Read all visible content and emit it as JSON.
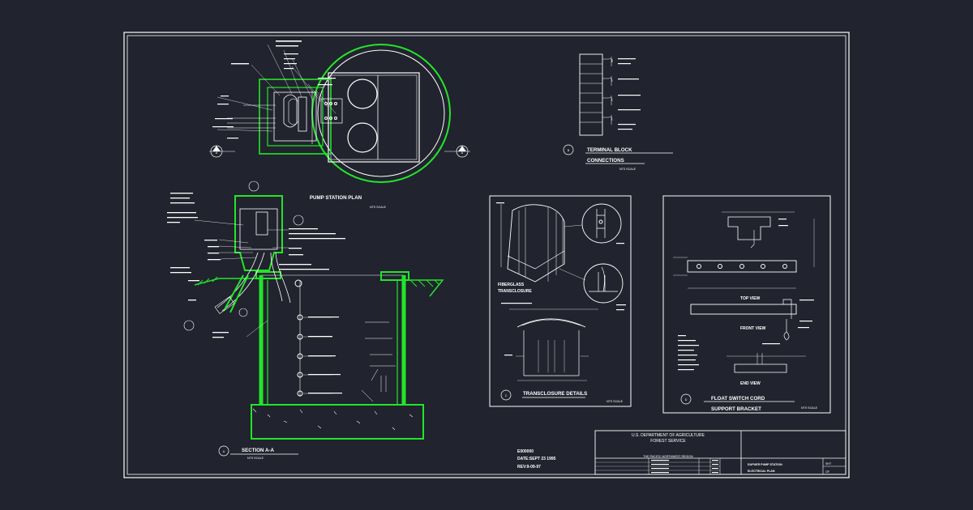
{
  "drawing": {
    "pump_station_plan": "PUMP STATION PLAN",
    "pump_station_plan_scale": "NTS SCALE",
    "section_aa": "SECTION A-A",
    "section_aa_scale": "NTS SCALE",
    "terminal_block_line1": "TERMINAL BLOCK",
    "terminal_block_line2": "CONNECTIONS",
    "terminal_block_scale": "NTS SCALE",
    "transclosure_details": "TRANSCLOSURE DETAILS",
    "transclosure_scale": "NTS SCALE",
    "fiberglass_line1": "FIBERGLASS",
    "fiberglass_line2": "TRANSCLOSURE",
    "float_switch_line1": "FLOAT SWITCH CORD",
    "float_switch_line2": "SUPPORT BRACKET",
    "float_switch_scale": "NTS SCALE",
    "top_view": "TOP VIEW",
    "front_view": "FRONT VIEW",
    "end_view": "END VIEW",
    "section_marker_a": "A",
    "callout_b": "B",
    "callout_c": "C",
    "callout_d": "D"
  },
  "revision_block": {
    "line1": "E000000",
    "line2": "DATE:SEPT 23 1995",
    "line3": "REV:9-09-97"
  },
  "title_block": {
    "agency_line1": "U.S. DEPARTMENT OF AGRICULTURE",
    "agency_line2": "FOREST SERVICE",
    "region": "THE PACIFIC NORTHWEST REGION",
    "project_line1": "DUPUER PUMP STATION",
    "project_line2": "ELECTRICAL PLAN",
    "sheet_label": "SHT",
    "sheet_of": "OF"
  },
  "colors": {
    "background": "#21232e",
    "linework": "#ffffff",
    "highlight": "#22e52a"
  }
}
